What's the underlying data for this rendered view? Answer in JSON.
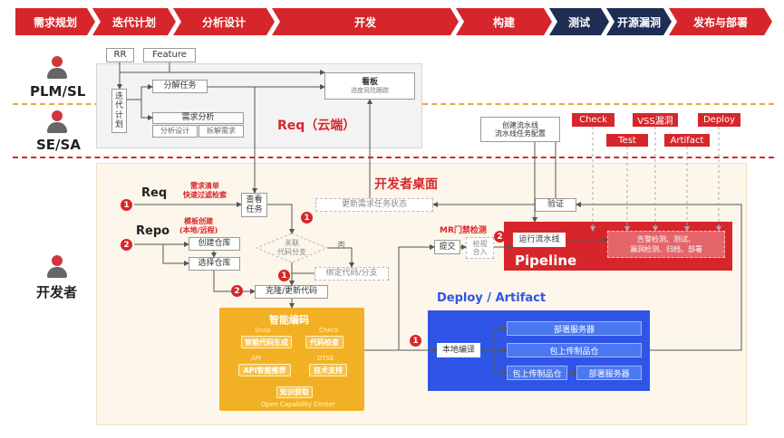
{
  "phases": [
    "需求规划",
    "迭代计划",
    "分析设计",
    "开发",
    "构建",
    "测试",
    "开源漏洞",
    "发布与部署"
  ],
  "roles": {
    "plm": "PLM/SL",
    "sesa": "SE/SA",
    "dev": "开发者"
  },
  "req_cloud": {
    "title": "Req（云端）",
    "rr": "RR",
    "feature": "Feature",
    "iteration": "迭代计划",
    "decompose": "分解任务",
    "req_analysis": "需求分析",
    "analysis_design": "分析设计",
    "split_req": "拆解需求",
    "kanban": "看板",
    "kanban_sub": "进度风险跟踪"
  },
  "pipeline_cfg": {
    "line1": "创建流水线",
    "line2": "流水线任务配置"
  },
  "tools": {
    "check": "Check",
    "vss": "VSS漏洞",
    "deploy": "Deploy",
    "test": "Test",
    "artifact": "Artifact"
  },
  "desktop": {
    "title": "开发者桌面",
    "req_label": "Req",
    "req_note1": "需求清单",
    "req_note2": "快速过滤检索",
    "view_task": "查看\n任务",
    "update_status": "更新需求任务状态",
    "verify": "验证",
    "repo_label": "Repo",
    "repo_note1": "模板创建",
    "repo_note2": "(本地/远程)",
    "create_repo": "创建仓库",
    "select_repo": "选择仓库",
    "assoc_branch": "关联\n代码分支",
    "no": "否",
    "bind_branch": "绑定代码/分支",
    "clone": "克隆/更新代码",
    "submit": "提交",
    "mr_gate": "MR门禁检测",
    "check_merge": "检视\n合入",
    "run_pipeline": "运行流水线",
    "pipeline": "Pipeline",
    "pipeline_tasks": "告警检测、测试、\n漏洞检测、归档、部署"
  },
  "smart": {
    "title": "智能编码",
    "snap": "Snap",
    "check": "Check",
    "api": "API",
    "dtse": "DTSE",
    "gen": "智能代码生成",
    "codecheck": "代码检查",
    "api_rec": "API智能推荐",
    "support": "技术支持",
    "knowledge": "知识获取",
    "footer": "Open Capability Center"
  },
  "deploy": {
    "title": "Deploy / Artifact",
    "local_build": "本地编译",
    "deploy_server": "部署服务器",
    "upload_repo": "包上传制品仓",
    "upload_repo2": "包上传制品仓",
    "deploy_server2": "部署服务器"
  },
  "badges": [
    "1",
    "1",
    "2",
    "1",
    "2",
    "2",
    "1"
  ]
}
